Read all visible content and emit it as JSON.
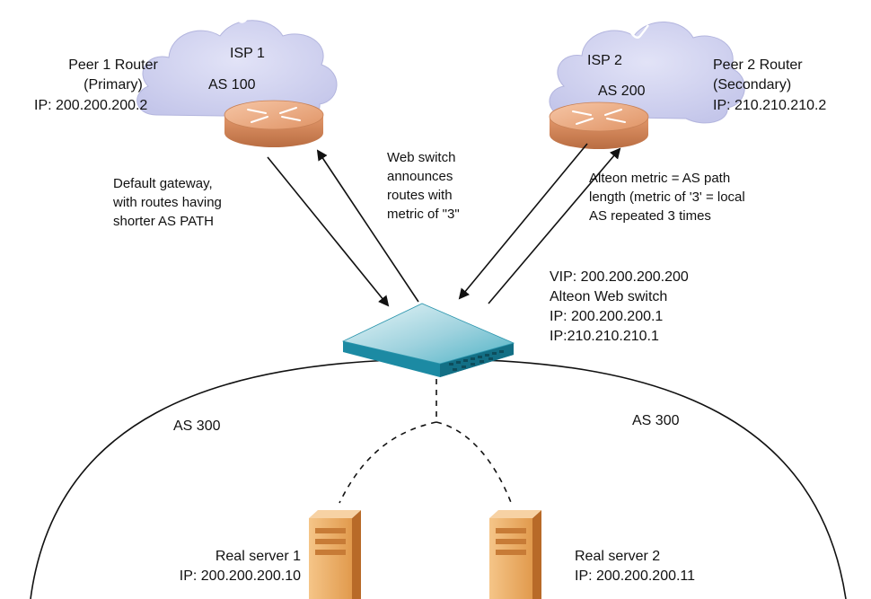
{
  "isp1": {
    "name": "ISP 1",
    "as": "AS 100"
  },
  "isp2": {
    "name": "ISP 2",
    "as": "AS 200"
  },
  "peer1": {
    "title": "Peer 1 Router",
    "role": "(Primary)",
    "ip": "IP: 200.200.200.2"
  },
  "peer2": {
    "title": "Peer 2 Router",
    "role": "(Secondary)",
    "ip": "IP: 210.210.210.2"
  },
  "default_gateway": [
    "Default gateway,",
    "with routes having",
    "shorter AS PATH"
  ],
  "web_switch_note": [
    "Web switch",
    "announces",
    "routes with",
    "metric of \"3\""
  ],
  "alteon_metric_note": [
    "Alteon metric = AS path",
    "length (metric of '3' = local",
    "AS repeated 3 times"
  ],
  "switch": {
    "vip": "VIP: 200.200.200.200",
    "name": "Alteon Web switch",
    "ip1": "IP: 200.200.200.1",
    "ip2": "IP:210.210.210.1"
  },
  "as300_left": "AS 300",
  "as300_right": "AS 300",
  "server1": {
    "name": "Real server 1",
    "ip": "IP: 200.200.200.10"
  },
  "server2": {
    "name": "Real server 2",
    "ip": "IP: 200.200.200.11"
  },
  "colors": {
    "cloud": "#c7c9ec",
    "router": "#e9a77e",
    "switch": "#3aa9bf",
    "server": "#e7a05a"
  }
}
